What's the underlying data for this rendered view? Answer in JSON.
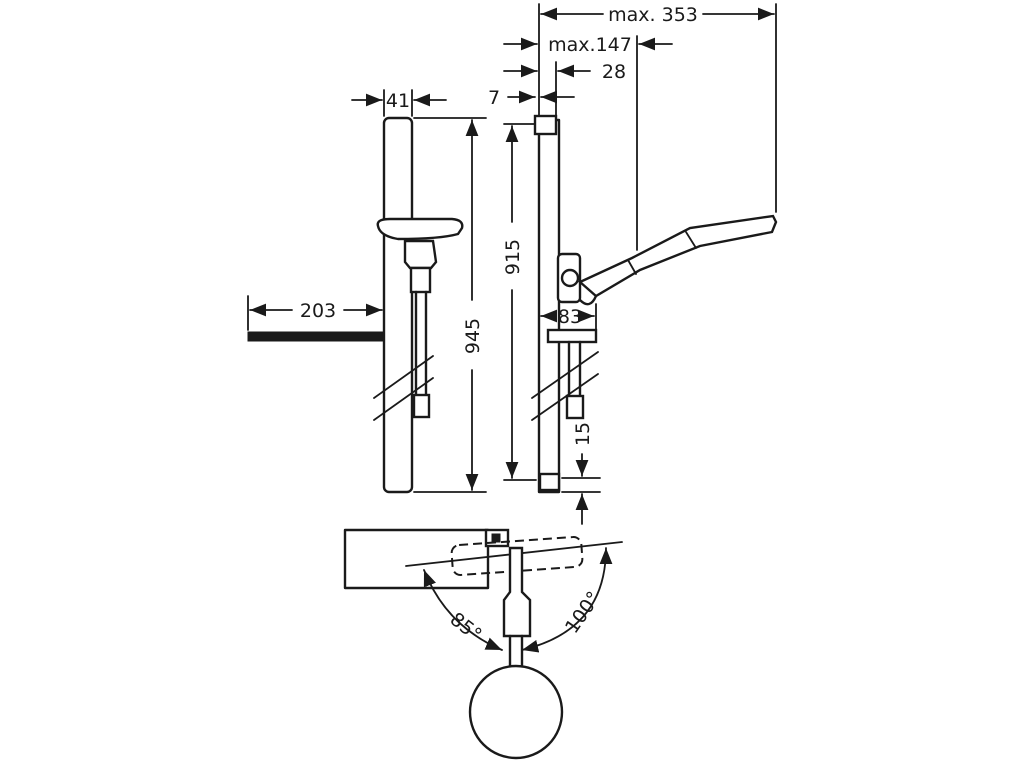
{
  "dimensions": {
    "max_353": "max. 353",
    "max_147": "max.147",
    "d28": "28",
    "d7": "7",
    "d41": "41",
    "d915": "915",
    "d945": "945",
    "d203": "203",
    "d83": "83",
    "d15": "15",
    "a85": "85°",
    "a100": "100°"
  },
  "colors": {
    "line": "#1a1a1a",
    "background": "#ffffff"
  }
}
